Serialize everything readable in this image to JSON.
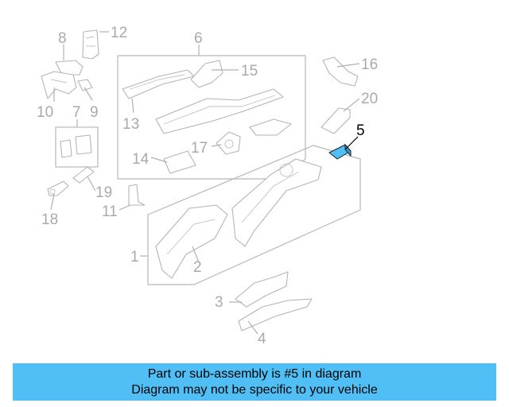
{
  "diagram": {
    "callouts": {
      "c1": "1",
      "c2": "2",
      "c3": "3",
      "c4": "4",
      "c5": "5",
      "c6": "6",
      "c7": "7",
      "c8": "8",
      "c9": "9",
      "c10": "10",
      "c11": "11",
      "c12": "12",
      "c13": "13",
      "c14": "14",
      "c15": "15",
      "c16": "16",
      "c17": "17",
      "c18": "18",
      "c19": "19",
      "c20": "20"
    },
    "highlighted_part": "5",
    "colors": {
      "highlight_fill": "#4fbff5",
      "line": "#b4b4b4",
      "banner": "#4fbff5"
    }
  },
  "banner": {
    "line1": "Part or sub-assembly is #5 in diagram",
    "line2": "Diagram may not be specific to your vehicle"
  }
}
